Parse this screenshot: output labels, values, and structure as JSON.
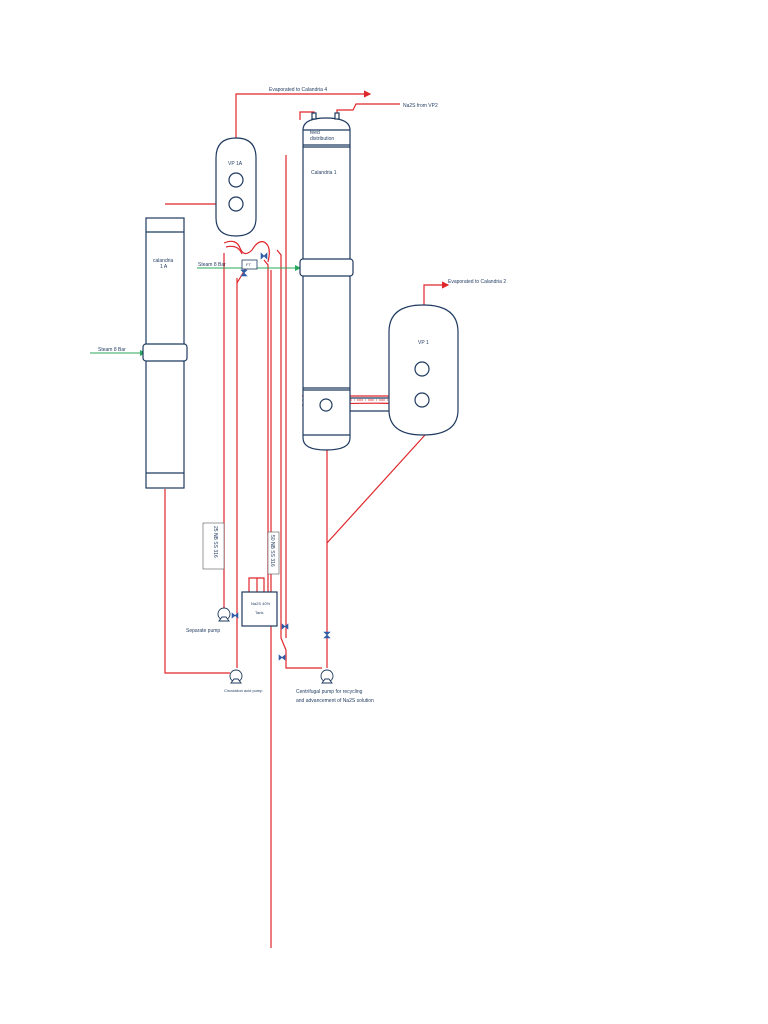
{
  "labels": {
    "evaporated_calandria4": "Evaporated to Calandria 4",
    "na2s_from_vp2": "Na2S from VP2",
    "vp1a": "VP 1A",
    "feed_distribution_1": "feed",
    "feed_distribution_2": "distribution",
    "calandria1": "Calandria 1",
    "calandria1a_1": "calandria",
    "calandria1a_2": "1 A",
    "steam_8bar_upper": "Steam 8 Bar",
    "steam_8bar_left": "Steam 8 Bar",
    "ft": "FT",
    "evaporated_calandria2": "Evaporated to Calandria 2",
    "vp1": "VP 1",
    "pipe_25nb": "25 NB SS 316",
    "pipe_50nb": "50 NB SS 316",
    "na2s_tank_1": "Na2S 40%",
    "na2s_tank_2": "Tank",
    "separate_pump": "Separate pump",
    "circulation_pump": "Circulation acid pump",
    "centrifugal_pump_1": "Centrifugal pump for recycling",
    "centrifugal_pump_2": "and advancement of Na2S  solution"
  },
  "colors": {
    "process_line": "#e0262b",
    "steam_line": "#27a85a",
    "vessel_outline": "#1f3a5f",
    "valve": "#2f5da8"
  }
}
